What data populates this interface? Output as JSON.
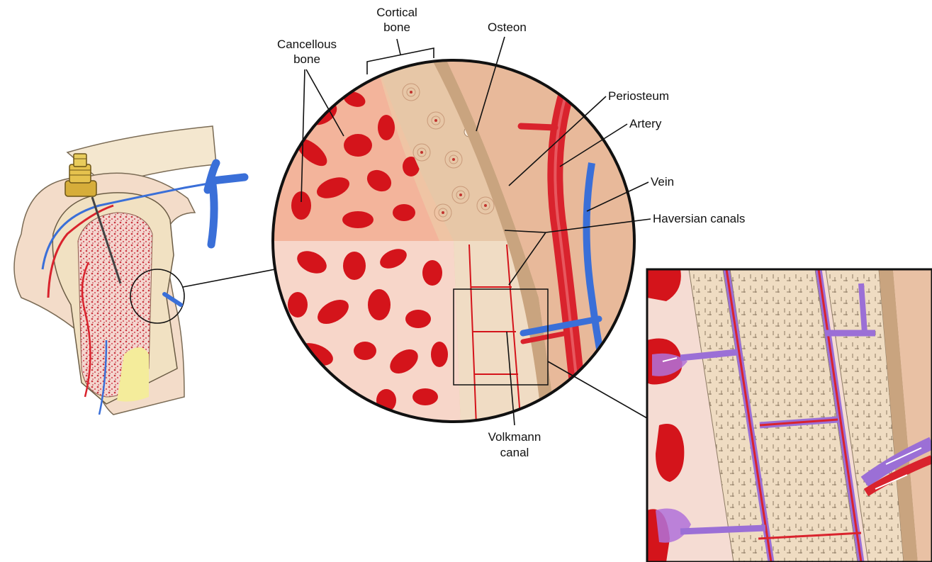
{
  "labels": {
    "cortical_bone": [
      "Cortical",
      "bone"
    ],
    "cancellous_bone": [
      "Cancellous",
      "bone"
    ],
    "osteon": "Osteon",
    "periosteum": "Periosteum",
    "artery": "Artery",
    "vein": "Vein",
    "haversian_canals": "Haversian canals",
    "volkmann_canal": [
      "Volkmann",
      "canal"
    ]
  },
  "colors": {
    "bone_light": "#f1dcc4",
    "bone_cortex": "#e7c7a7",
    "cancellous_red": "#d4141b",
    "cancellous_bg_upper": "#f3b49b",
    "cancellous_bg_lower": "#f7d6c9",
    "periosteum": "#c9a47f",
    "soft_tissue": "#e8b99a",
    "artery": "#d9232d",
    "vein": "#3a6fd8",
    "vessel_purple": "#9b6fd6",
    "metal": "#c9a227"
  }
}
